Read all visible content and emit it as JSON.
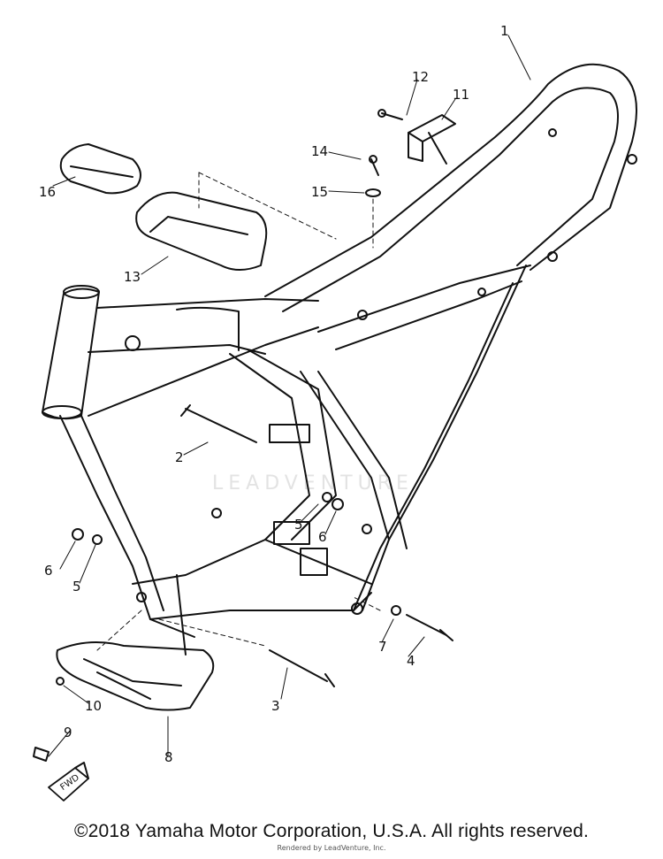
{
  "diagram": {
    "callouts": {
      "p1": "1",
      "p2": "2",
      "p3": "3",
      "p4": "4",
      "p5a": "5",
      "p5b": "5",
      "p6a": "6",
      "p6b": "6",
      "p7": "7",
      "p8": "8",
      "p9": "9",
      "p10": "10",
      "p11": "11",
      "p12": "12",
      "p13": "13",
      "p14": "14",
      "p15": "15",
      "p16": "16"
    },
    "fwd_label": "FWD",
    "watermark": "LEADVENTURE"
  },
  "footer": {
    "copyright": "©2018 Yamaha Motor Corporation, U.S.A. All rights reserved.",
    "rendered_by": "Rendered by LeadVenture, Inc."
  }
}
